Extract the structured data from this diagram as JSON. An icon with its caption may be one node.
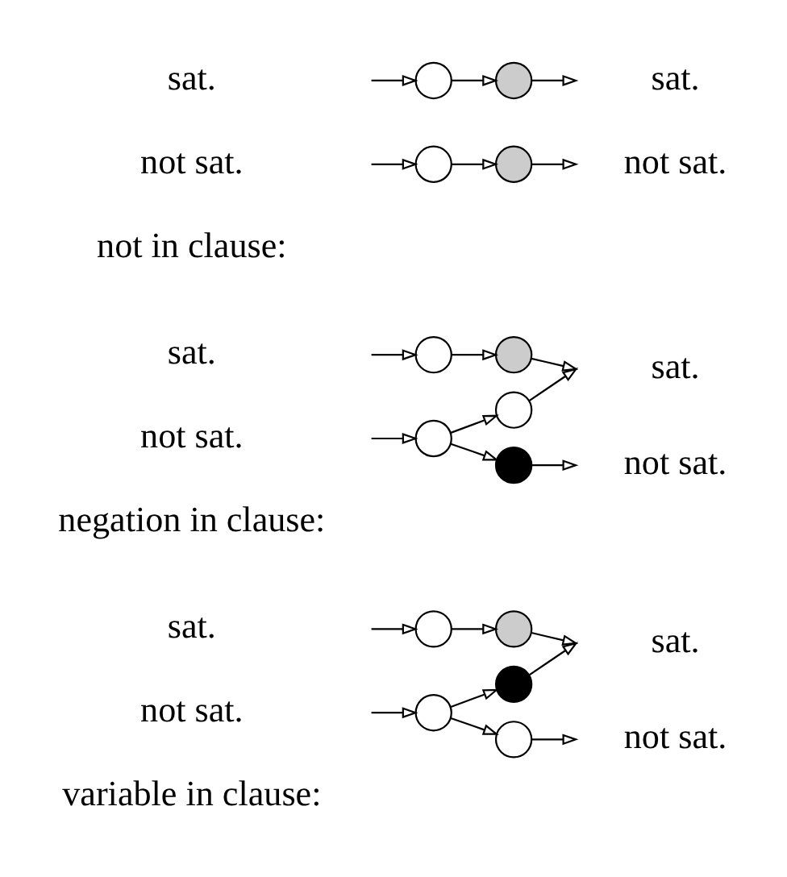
{
  "diagram": {
    "nodes": [
      {
        "text": [],
        "shape": "circle"
      },
      {
        "text": [],
        "shape": "circle"
      },
      {
        "text": [],
        "shape": "circle"
      },
      {
        "text": [],
        "shape": "circle"
      },
      {
        "text": [],
        "shape": "circle"
      },
      {
        "text": [],
        "shape": "circle"
      },
      {
        "text": [],
        "shape": "circle"
      },
      {
        "text": [],
        "shape": "circle"
      },
      {
        "text": [],
        "shape": "circle"
      },
      {
        "text": [],
        "shape": "circle"
      },
      {
        "text": [],
        "shape": "circle"
      },
      {
        "text": [],
        "shape": "circle"
      },
      {
        "text": [],
        "shape": "circle"
      },
      {
        "text": [],
        "shape": "circle"
      }
    ],
    "edges": [
      {
        "from": null,
        "to": 0,
        "arrow": "to"
      },
      {
        "from": 0,
        "to": 2,
        "arrow": "to"
      },
      {
        "from": 0,
        "to": 3,
        "arrow": "to"
      },
      {
        "from": null,
        "to": 1,
        "arrow": "to"
      },
      {
        "from": 1,
        "to": 4,
        "arrow": "to"
      },
      {
        "from": 2,
        "to": null,
        "arrow": "to"
      },
      {
        "from": 3,
        "to": null,
        "arrow": "to"
      },
      {
        "from": 4,
        "to": null,
        "arrow": "to"
      },
      {
        "from": null,
        "to": 5,
        "arrow": "to"
      },
      {
        "from": 5,
        "to": 7,
        "arrow": "to"
      },
      {
        "from": 5,
        "to": 8,
        "arrow": "to"
      },
      {
        "from": null,
        "to": 6,
        "arrow": "to"
      },
      {
        "from": 6,
        "to": 9,
        "arrow": "to"
      },
      {
        "from": 7,
        "to": null,
        "arrow": "to"
      },
      {
        "from": 8,
        "to": null,
        "arrow": "to"
      },
      {
        "from": 9,
        "to": null,
        "arrow": "to"
      },
      {
        "from": null,
        "to": 10,
        "arrow": "to"
      },
      {
        "from": 10,
        "to": 12,
        "arrow": "to"
      },
      {
        "from": 12,
        "to": null,
        "arrow": "to"
      },
      {
        "from": null,
        "to": 11,
        "arrow": "to"
      },
      {
        "from": 11,
        "to": 13,
        "arrow": "to"
      },
      {
        "from": 13,
        "to": null,
        "arrow": "to"
      }
    ],
    "labels": [
      "variable in clause:",
      "not sat.",
      "not sat.",
      "sat.",
      "sat.",
      "negation in clause:",
      "not sat.",
      "not sat.",
      "sat.",
      "sat.",
      "not in clause:",
      "not sat.",
      "not sat.",
      "sat.",
      "sat."
    ]
  }
}
